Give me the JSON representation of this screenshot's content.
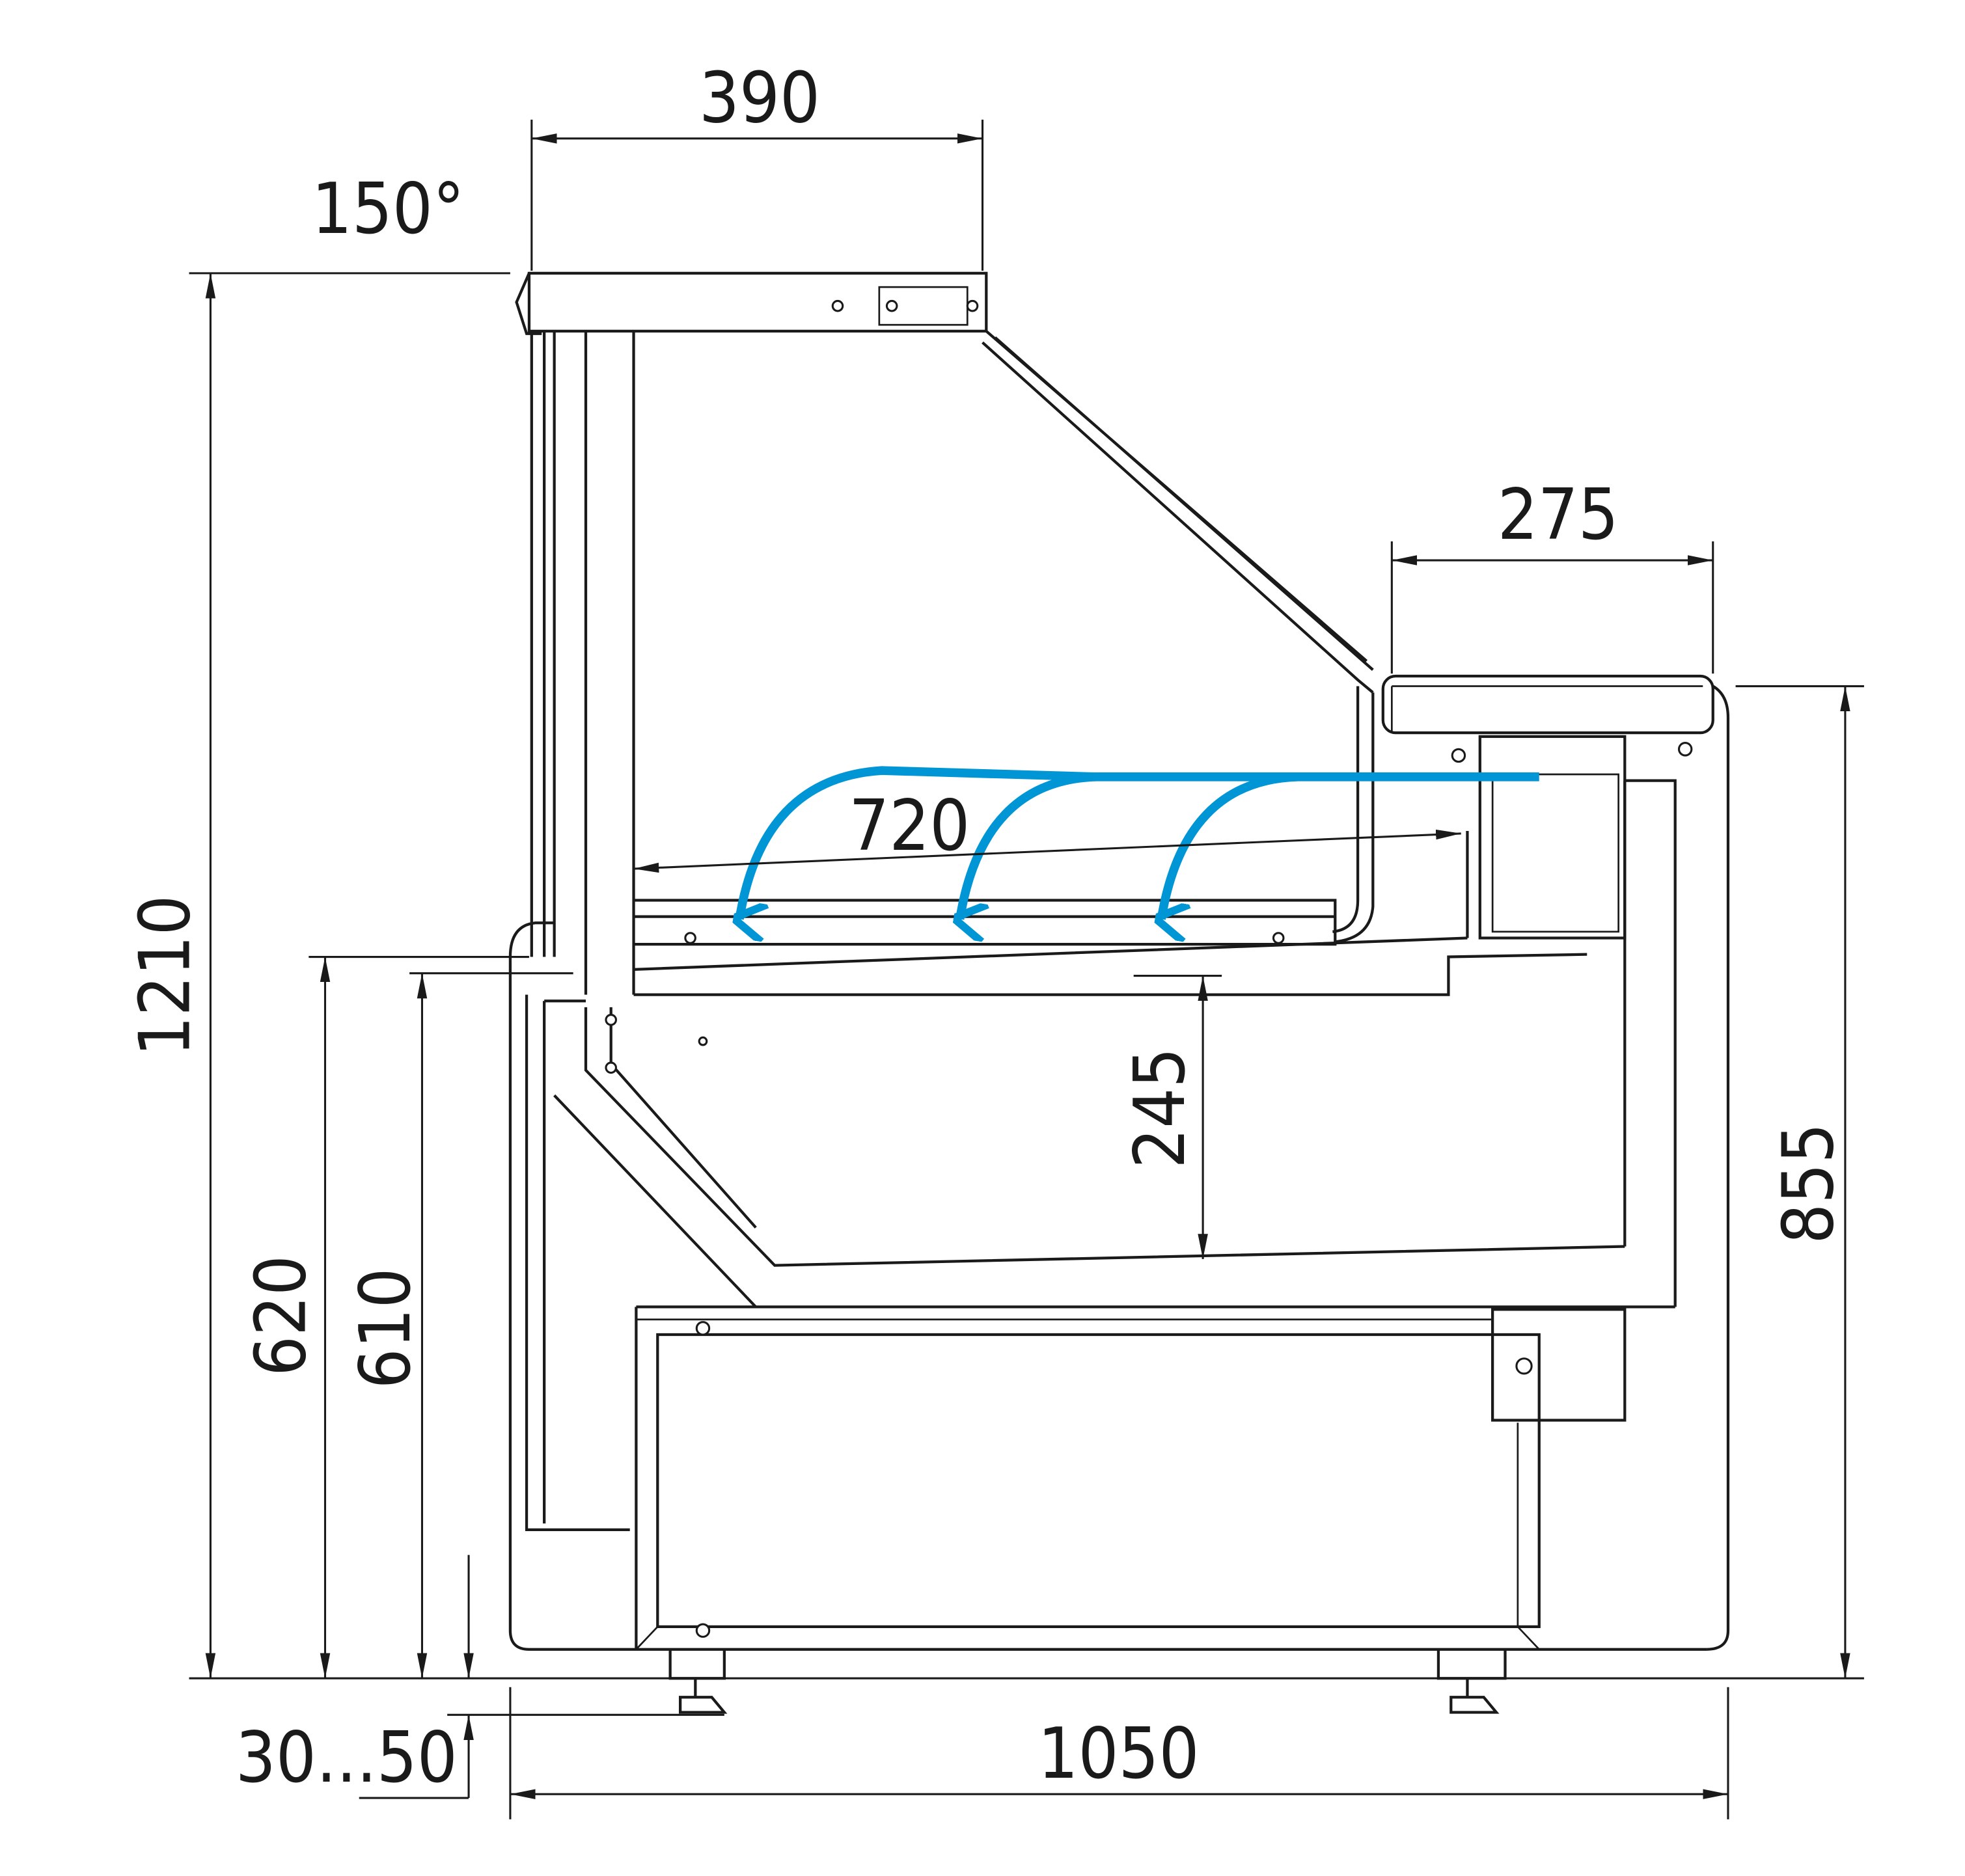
{
  "drawing": {
    "title": "Refrigerated display counter side section",
    "airflow_color": "#0096d6",
    "line_color": "#1a1a1a"
  },
  "dimensions": {
    "canopy_width": "390",
    "glass_angle": "150°",
    "rear_shelf_width": "275",
    "display_depth": "720",
    "tub_depth": "245",
    "total_height": "1210",
    "counter_height_front": "620",
    "counter_height_inner": "610",
    "rear_height": "855",
    "total_depth": "1050",
    "foot_adjust": "30...50"
  }
}
